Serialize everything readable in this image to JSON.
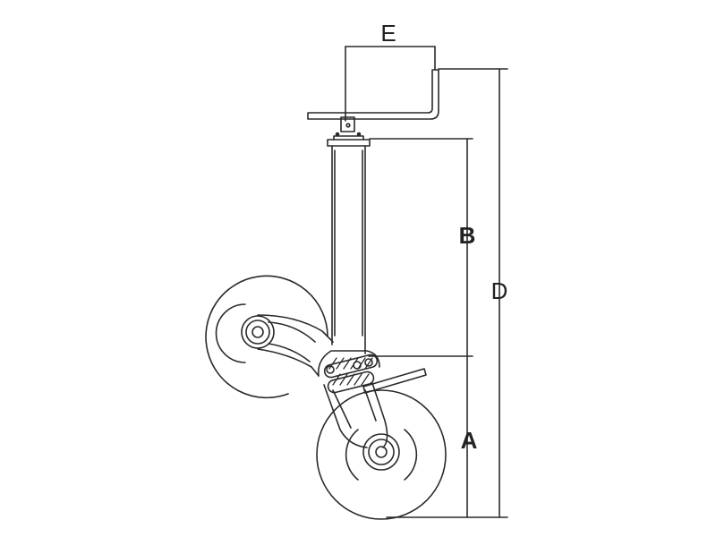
{
  "diagram": {
    "labels": {
      "a": "A",
      "b": "B",
      "d": "D",
      "e": "E"
    },
    "colors": {
      "line": "#2a2a2a",
      "background": "#ffffff"
    }
  }
}
